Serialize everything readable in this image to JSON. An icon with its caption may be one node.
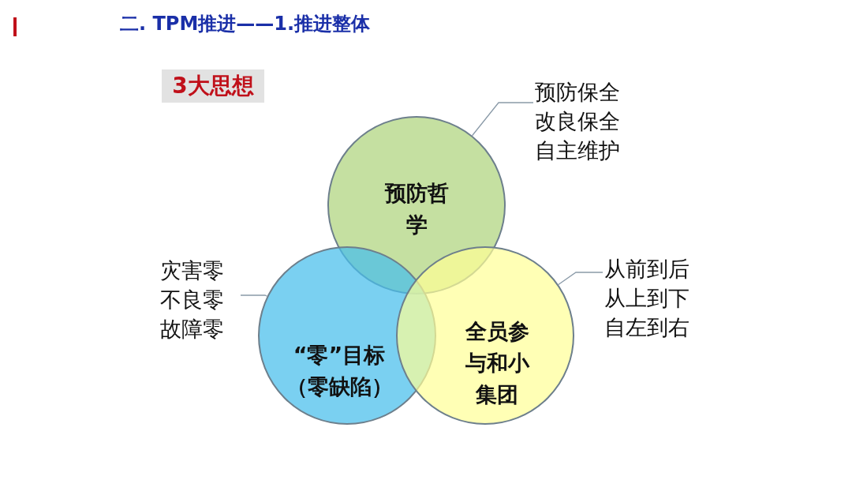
{
  "diagram": {
    "title": "二. TPM推进——1.推进整体",
    "nodes": [
      {
        "text": [
          "3大思想"
        ]
      },
      {
        "text": [
          "预防哲学"
        ]
      },
      {
        "text": [
          "“零”目标（零缺陷）"
        ]
      },
      {
        "text": [
          "全员参与和小集团"
        ]
      },
      {
        "text": [
          "预防保全",
          "改良保全",
          "自主维护"
        ]
      },
      {
        "text": [
          "灾害零",
          "不良零",
          "故障零"
        ]
      },
      {
        "text": [
          "从前到后",
          "从上到下",
          "自左到右"
        ]
      }
    ],
    "edges": [
      {
        "from": 4,
        "to": 1,
        "arrow": "none"
      },
      {
        "from": 5,
        "to": 2,
        "arrow": "none"
      },
      {
        "from": 6,
        "to": 3,
        "arrow": "none"
      }
    ]
  }
}
